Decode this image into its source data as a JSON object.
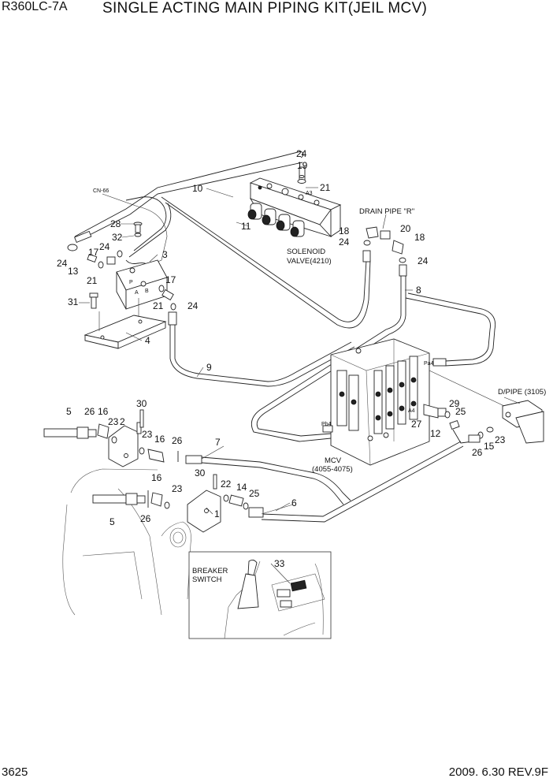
{
  "header": {
    "model": "R360LC-7A",
    "title": "SINGLE ACTING MAIN PIPING KIT(JEIL MCV)"
  },
  "footer": {
    "page": "3625",
    "date_rev": "2009. 6.30  REV.9F"
  },
  "labels": {
    "cn66": "CN-66",
    "solenoid_1": "SOLENOID",
    "solenoid_2": "VALVE(4210)",
    "drain_pipe": "DRAIN PIPE \"R\"",
    "dpipe": "D/PIPE (3105)",
    "mcv_1": "MCV",
    "mcv_2": "(4055-4075)",
    "breaker_1": "BREAKER",
    "breaker_2": "SWITCH",
    "port_a3": "A3",
    "port_pa4": "Pa4",
    "port_pb4": "Pb4",
    "port_a4": "A4",
    "port_p": "P",
    "port_a": "A",
    "port_b": "B"
  },
  "callouts": [
    {
      "text": "24"
    },
    {
      "text": "19"
    },
    {
      "text": "21"
    },
    {
      "text": "10"
    },
    {
      "text": "11"
    },
    {
      "text": "28"
    },
    {
      "text": "32"
    },
    {
      "text": "24"
    },
    {
      "text": "17"
    },
    {
      "text": "24"
    },
    {
      "text": "13"
    },
    {
      "text": "21"
    },
    {
      "text": "3"
    },
    {
      "text": "17"
    },
    {
      "text": "21"
    },
    {
      "text": "24"
    },
    {
      "text": "31"
    },
    {
      "text": "4"
    },
    {
      "text": "9"
    },
    {
      "text": "18"
    },
    {
      "text": "20"
    },
    {
      "text": "18"
    },
    {
      "text": "24"
    },
    {
      "text": "24"
    },
    {
      "text": "8"
    },
    {
      "text": "5"
    },
    {
      "text": "26"
    },
    {
      "text": "16"
    },
    {
      "text": "2"
    },
    {
      "text": "23"
    },
    {
      "text": "30"
    },
    {
      "text": "23"
    },
    {
      "text": "16"
    },
    {
      "text": "26"
    },
    {
      "text": "7"
    },
    {
      "text": "30"
    },
    {
      "text": "22"
    },
    {
      "text": "14"
    },
    {
      "text": "25"
    },
    {
      "text": "16"
    },
    {
      "text": "23"
    },
    {
      "text": "1"
    },
    {
      "text": "6"
    },
    {
      "text": "5"
    },
    {
      "text": "26"
    },
    {
      "text": "29"
    },
    {
      "text": "25"
    },
    {
      "text": "27"
    },
    {
      "text": "12"
    },
    {
      "text": "26"
    },
    {
      "text": "15"
    },
    {
      "text": "23"
    },
    {
      "text": "33"
    }
  ]
}
